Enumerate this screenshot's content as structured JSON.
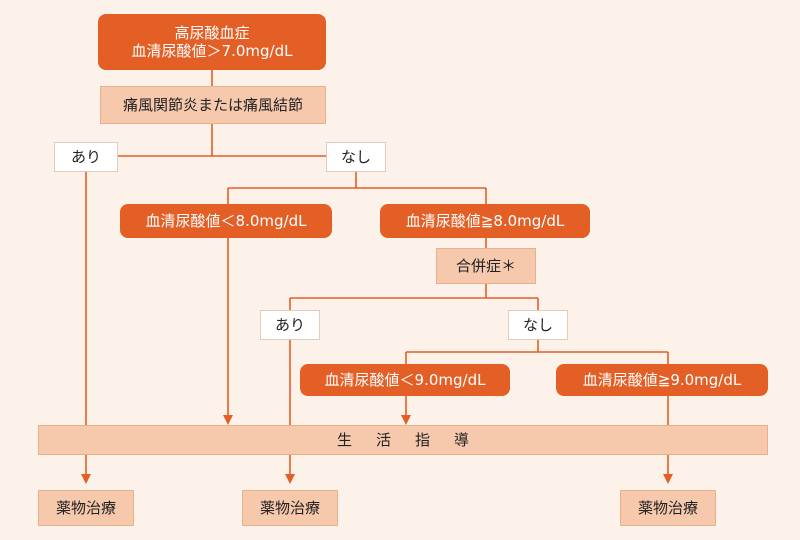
{
  "nodes": {
    "hyperuricemia_title": "高尿酸血症",
    "hyperuricemia_threshold": "血清尿酸値＞7.0mg/dL",
    "gout_question": "痛風関節炎または痛風結節",
    "branch1_yes": "あり",
    "branch1_no": "なし",
    "ua_below_8": "血清尿酸値＜8.0mg/dL",
    "ua_at_least_8": "血清尿酸値≧8.0mg/dL",
    "complications": "合併症＊",
    "branch2_yes": "あり",
    "branch2_no": "なし",
    "ua_below_9": "血清尿酸値＜9.0mg/dL",
    "ua_at_least_9": "血清尿酸値≧9.0mg/dL",
    "lifestyle_guidance": "生活指導",
    "drug_therapy_1": "薬物治療",
    "drug_therapy_2": "薬物治療",
    "drug_therapy_3": "薬物治療"
  },
  "colors": {
    "background": "#fdf2ea",
    "accent": "#e35f25",
    "peach": "#f6c9ad",
    "white": "#ffffff"
  }
}
